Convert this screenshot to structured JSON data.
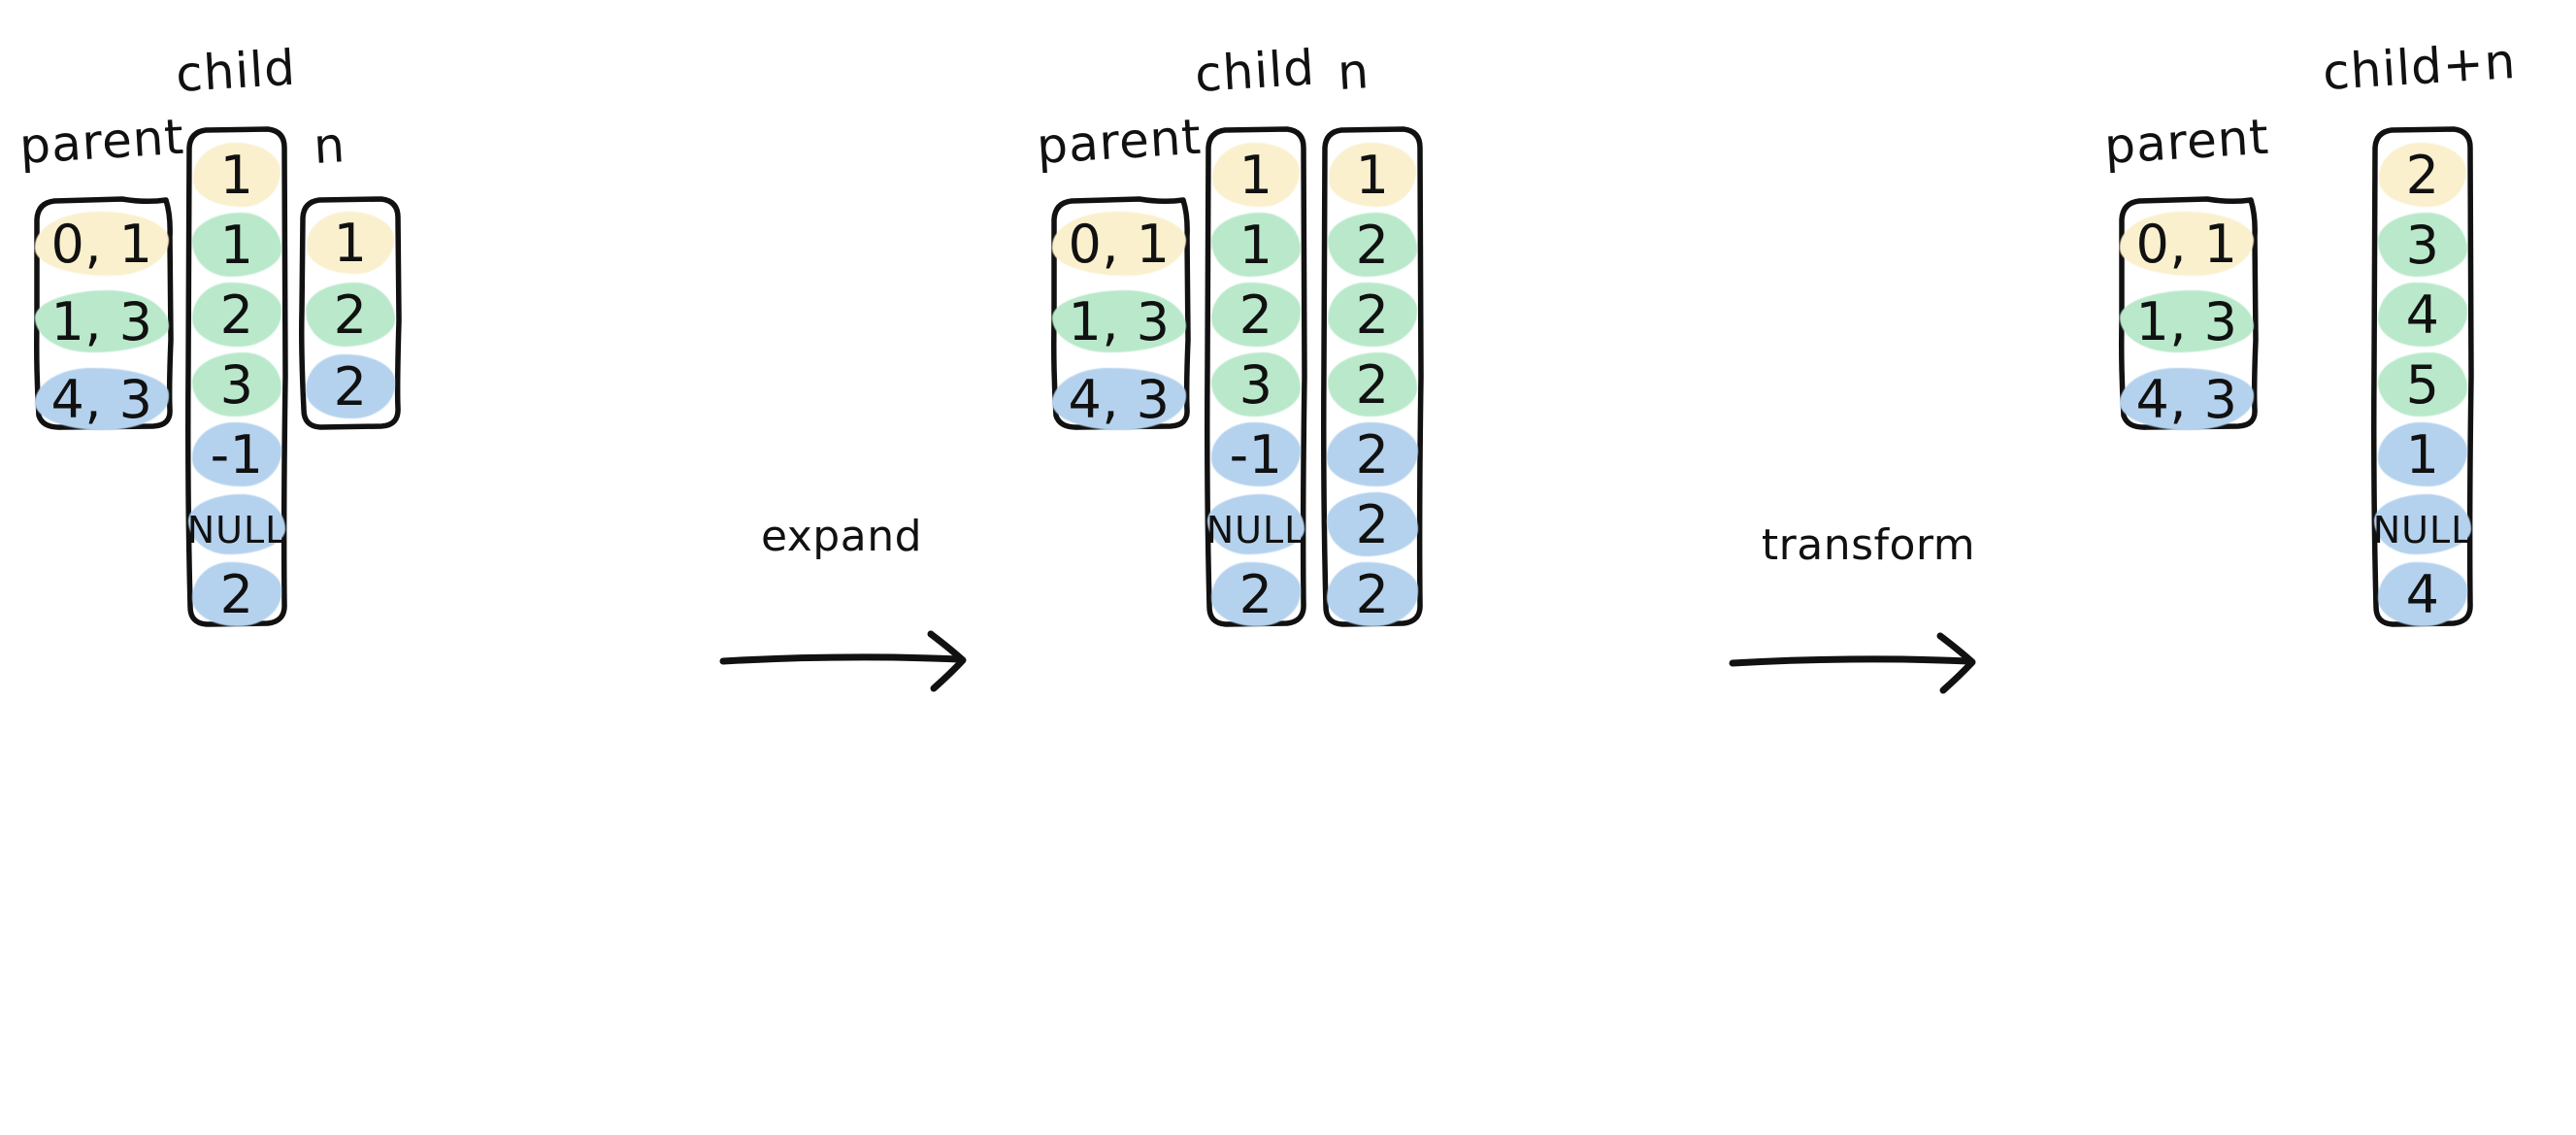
{
  "diagram": {
    "title": "expand and transform of parent / child / n arrays",
    "background": "#ffffff",
    "stroke_color": "#111111",
    "colors": {
      "yellow": "#faf0cd",
      "green": "#b9e9ca",
      "blue": "#b4d2ee",
      "pink": "#e2aec3"
    }
  },
  "groups": [
    {
      "id": "before",
      "columns": [
        {
          "id": "parent-1",
          "label": "parent",
          "cells": [
            {
              "text": "0, 1",
              "color": "yellow"
            },
            {
              "text": "1, 3",
              "color": "green"
            },
            {
              "text": "4, 3",
              "color": "blue"
            }
          ]
        },
        {
          "id": "child-1",
          "label": "child",
          "cells": [
            {
              "text": "1",
              "color": "yellow"
            },
            {
              "text": "1",
              "color": "green"
            },
            {
              "text": "2",
              "color": "green"
            },
            {
              "text": "3",
              "color": "green"
            },
            {
              "text": "-1",
              "color": "blue"
            },
            {
              "text": "Null",
              "color": "blue"
            },
            {
              "text": "2",
              "color": "blue"
            }
          ]
        },
        {
          "id": "n-1",
          "label": "n",
          "cells": [
            {
              "text": "1",
              "color": "yellow"
            },
            {
              "text": "2",
              "color": "green"
            },
            {
              "text": "2",
              "color": "blue"
            }
          ]
        }
      ]
    },
    {
      "id": "expanded",
      "columns": [
        {
          "id": "parent-2",
          "label": "parent",
          "cells": [
            {
              "text": "0, 1",
              "color": "yellow"
            },
            {
              "text": "1, 3",
              "color": "green"
            },
            {
              "text": "4, 3",
              "color": "blue"
            }
          ]
        },
        {
          "id": "child-2",
          "label": "child",
          "cells": [
            {
              "text": "1",
              "color": "yellow"
            },
            {
              "text": "1",
              "color": "green"
            },
            {
              "text": "2",
              "color": "green"
            },
            {
              "text": "3",
              "color": "green"
            },
            {
              "text": "-1",
              "color": "blue"
            },
            {
              "text": "Null",
              "color": "blue"
            },
            {
              "text": "2",
              "color": "blue"
            }
          ]
        },
        {
          "id": "n-2",
          "label": "n",
          "cells": [
            {
              "text": "1",
              "color": "yellow"
            },
            {
              "text": "2",
              "color": "green"
            },
            {
              "text": "2",
              "color": "green"
            },
            {
              "text": "2",
              "color": "green"
            },
            {
              "text": "2",
              "color": "blue"
            },
            {
              "text": "2",
              "color": "blue"
            },
            {
              "text": "2",
              "color": "blue"
            }
          ]
        }
      ]
    },
    {
      "id": "transformed",
      "columns": [
        {
          "id": "parent-3",
          "label": "parent",
          "cells": [
            {
              "text": "0, 1",
              "color": "yellow"
            },
            {
              "text": "1, 3",
              "color": "green"
            },
            {
              "text": "4, 3",
              "color": "blue"
            }
          ]
        },
        {
          "id": "child-plus-n-3",
          "label": "child+n",
          "cells": [
            {
              "text": "2",
              "color": "yellow"
            },
            {
              "text": "3",
              "color": "green"
            },
            {
              "text": "4",
              "color": "green"
            },
            {
              "text": "5",
              "color": "green"
            },
            {
              "text": "1",
              "color": "blue"
            },
            {
              "text": "Null",
              "color": "blue"
            },
            {
              "text": "4",
              "color": "blue"
            }
          ]
        }
      ]
    }
  ],
  "transitions": [
    {
      "id": "expand",
      "label": "expand"
    },
    {
      "id": "transform",
      "label": "transform"
    }
  ]
}
